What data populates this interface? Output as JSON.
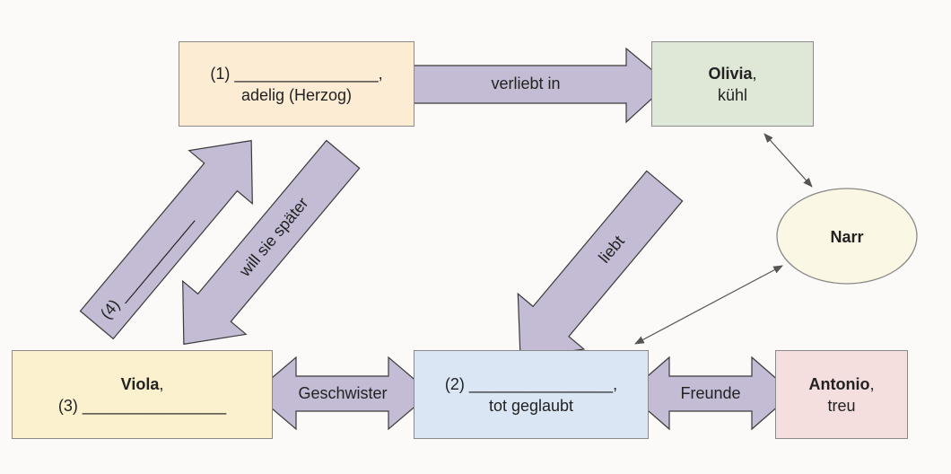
{
  "nodes": {
    "duke": {
      "line1_prefix": "(1) ",
      "blank": "________________",
      "line1_suffix": ",",
      "line2": "adelig (Herzog)",
      "color": "#fbecd3"
    },
    "olivia": {
      "name": "Olivia",
      "suffix": ",",
      "line2": "kühl",
      "color": "#dfe8d6"
    },
    "narr": {
      "name": "Narr",
      "color": "#faf7e4"
    },
    "viola": {
      "name": "Viola",
      "suffix": ",",
      "line2_prefix": "(3) ",
      "blank": "________________",
      "color": "#fcf1cf"
    },
    "sebastian": {
      "line1_prefix": "(2) ",
      "blank": "________________",
      "line1_suffix": ",",
      "line2": "tot geglaubt",
      "color": "#dbe6f4"
    },
    "antonio": {
      "name": "Antonio",
      "suffix": ",",
      "line2": "treu",
      "color": "#f4dede"
    }
  },
  "arrows": {
    "verliebt": "verliebt in",
    "liebt": "liebt",
    "will_sie": "will sie später",
    "four_prefix": "(4) ",
    "four_blank": "____________",
    "geschwister": "Geschwister",
    "freunde": "Freunde"
  },
  "colors": {
    "arrow_fill": "#c3bcd4",
    "stroke": "#3a3a3a"
  }
}
